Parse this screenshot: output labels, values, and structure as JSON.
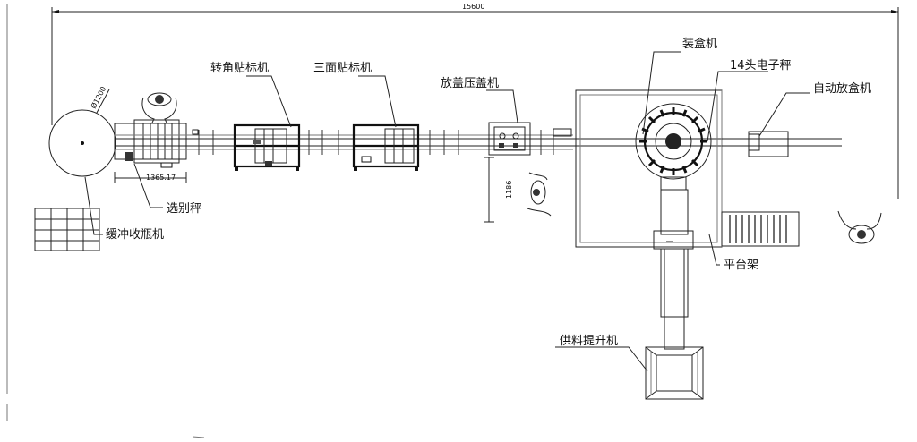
{
  "dimensions": {
    "overall_length": "15600",
    "buffer_diameter": "Ø1200",
    "weigher_width": "1365.17",
    "capper_offset": "1186"
  },
  "labels": {
    "corner_labeler": "转角贴标机",
    "three_side_labeler": "三面贴标机",
    "capping_machine": "放盖压盖机",
    "cartoning_machine": "装盒机",
    "multihead_weigher": "14头电子秤",
    "auto_box_placer": "自动放盒机",
    "check_weigher": "选别秤",
    "buffer_unscrambler": "缓冲收瓶机",
    "platform_frame": "平台架",
    "feed_elevator": "供料提升机"
  }
}
